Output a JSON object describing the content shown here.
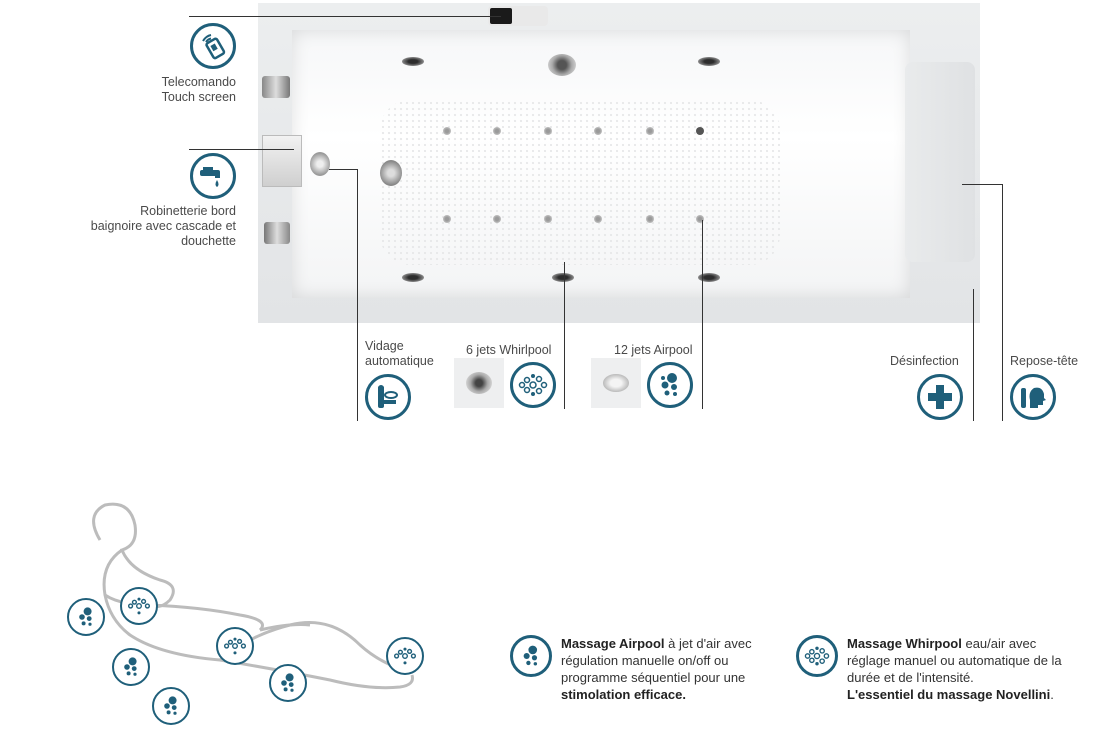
{
  "features": {
    "remote": {
      "line1": "Telecomando",
      "line2": "Touch screen",
      "icon": "remote-icon"
    },
    "faucet": {
      "line1": "Robinetterie bord",
      "line2": "baignoire avec cascade et",
      "line3": "douchette",
      "icon": "faucet-icon"
    },
    "drain": {
      "line1": "Vidage",
      "line2": "automatique",
      "icon": "drain-icon"
    },
    "whirlpool": {
      "label": "6 jets Whirlpool",
      "icon": "whirlpool-bubbles-icon"
    },
    "airpool": {
      "label": "12 jets Airpool",
      "icon": "airpool-bubbles-icon"
    },
    "disinfection": {
      "label": "Désinfection",
      "icon": "plus-icon"
    },
    "headrest": {
      "label": "Repose-tête",
      "icon": "headrest-icon"
    }
  },
  "legend": {
    "airpool": {
      "bold1": "Massage Airpool",
      "text1": " à jet d'air avec régulation manuelle on/off ou programme séquentiel pour une ",
      "bold2": "stimolation efficace."
    },
    "whirlpool": {
      "bold1": "Massage Whirpool",
      "text1": " eau/air avec réglage manuel ou automatique de la durée et de l'intensité.",
      "bold2": "L'essentiel du massage Novellini",
      "text2": "."
    }
  },
  "colors": {
    "icon_stroke": "#1f5f7a",
    "line": "#333333"
  }
}
